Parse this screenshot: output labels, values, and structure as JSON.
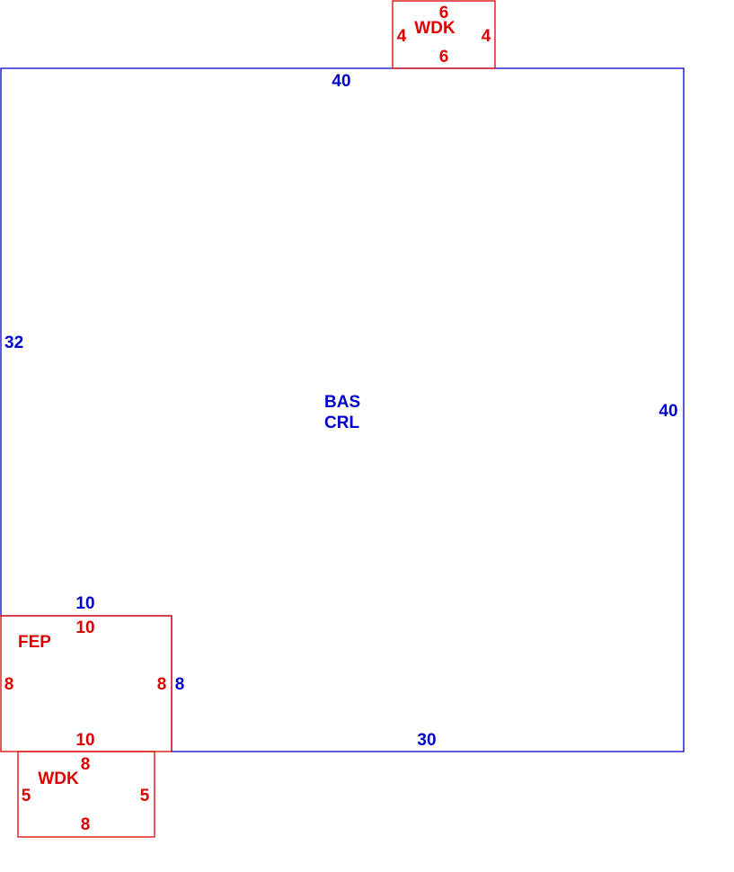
{
  "colors": {
    "main_area": "#0000cc",
    "addition": "#dd0000"
  },
  "areas": {
    "main": {
      "code1": "BAS",
      "code2": "CRL",
      "top": "40",
      "left": "32",
      "right": "40",
      "bottom": "30",
      "notch_top": "10",
      "notch_side": "8"
    },
    "deck_top": {
      "code": "WDK",
      "top": "6",
      "bottom": "6",
      "left": "4",
      "right": "4"
    },
    "porch": {
      "code": "FEP",
      "top": "10",
      "bottom": "10",
      "left": "8",
      "right": "8"
    },
    "deck_bottom": {
      "code": "WDK",
      "top": "8",
      "bottom": "8",
      "left": "5",
      "right": "5"
    }
  }
}
